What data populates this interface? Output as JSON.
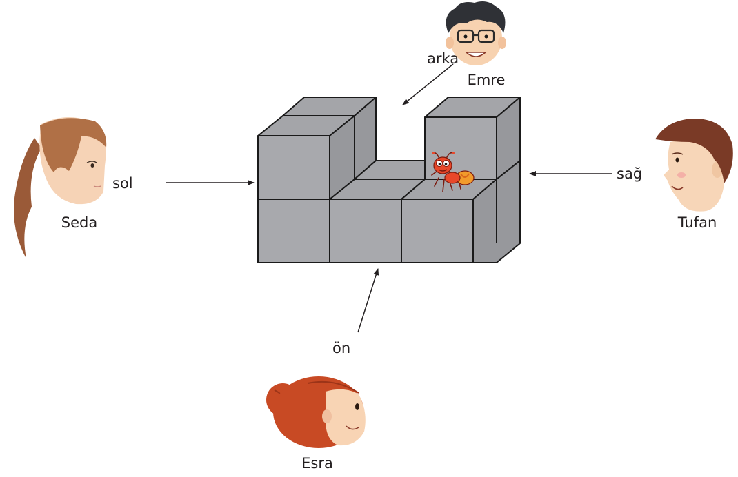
{
  "directions": {
    "back": "arka",
    "left": "sol",
    "right": "sağ",
    "front": "ön"
  },
  "people": {
    "back": "Emre",
    "left": "Seda",
    "right": "Tufan",
    "front": "Esra"
  },
  "colors": {
    "cube_front": "#a8a9ad",
    "cube_top": "#a4a5a9",
    "cube_side": "#97989c",
    "edge": "#1a1a1a",
    "text": "#231f20",
    "ant": "#e8482a"
  },
  "icons": {
    "emre": "boy-with-glasses-face-icon",
    "seda": "girl-ponytail-profile-icon",
    "tufan": "boy-profile-icon",
    "esra": "girl-bun-hair-face-icon",
    "ant": "cartoon-ant-icon"
  }
}
